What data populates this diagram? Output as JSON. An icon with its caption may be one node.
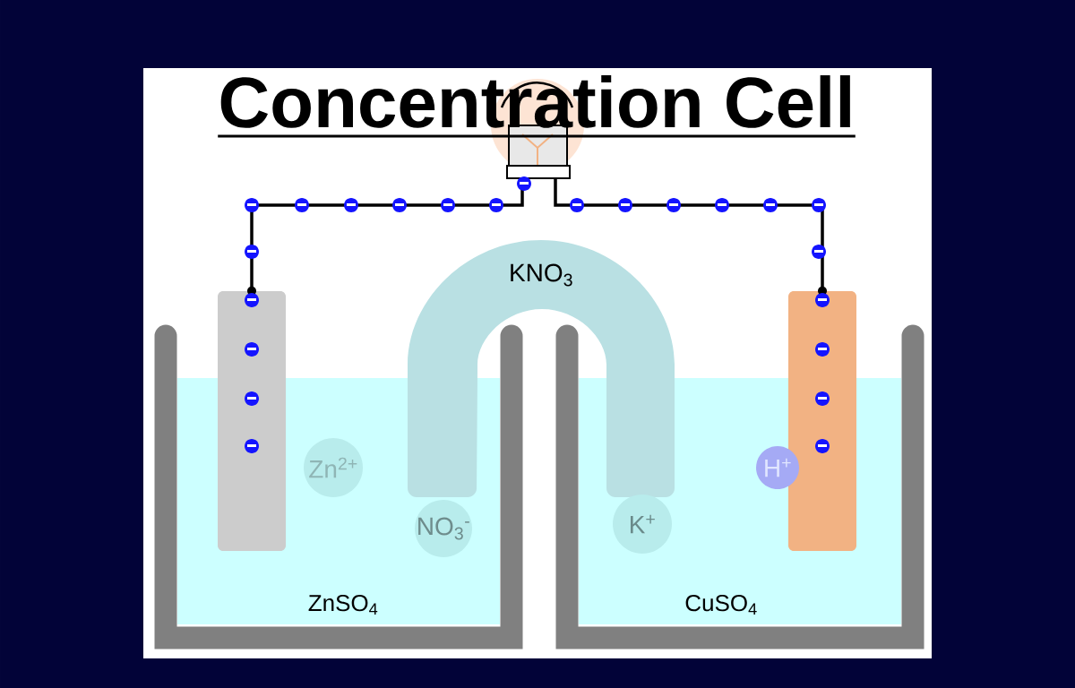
{
  "diagram": {
    "title": "Concentration Cell",
    "nodes": [
      {
        "text": [],
        "shape": "bulb"
      },
      {
        "text": [],
        "shape": "bar"
      },
      {
        "text": [
          "KNO$_{3}$"
        ]
      },
      {
        "text": [],
        "shape": "bar"
      },
      {
        "text": [
          "ZnSO$_{4}$"
        ]
      },
      {
        "text": [
          "Zn$^{2+}$"
        ],
        "in": 4
      },
      {
        "text": [
          "NO$_{3}$$^{-}$"
        ],
        "in": 4
      },
      {
        "text": [
          "CuSO$_{4}$"
        ]
      },
      {
        "text": [
          "K$^{+}$"
        ],
        "in": 7
      },
      {
        "text": [
          "H$^{+}$"
        ],
        "in": 7
      }
    ],
    "edges": [
      {
        "from": 1,
        "to": 0,
        "arrow": "none"
      },
      {
        "from": 0,
        "to": 3,
        "arrow": "none"
      }
    ]
  }
}
